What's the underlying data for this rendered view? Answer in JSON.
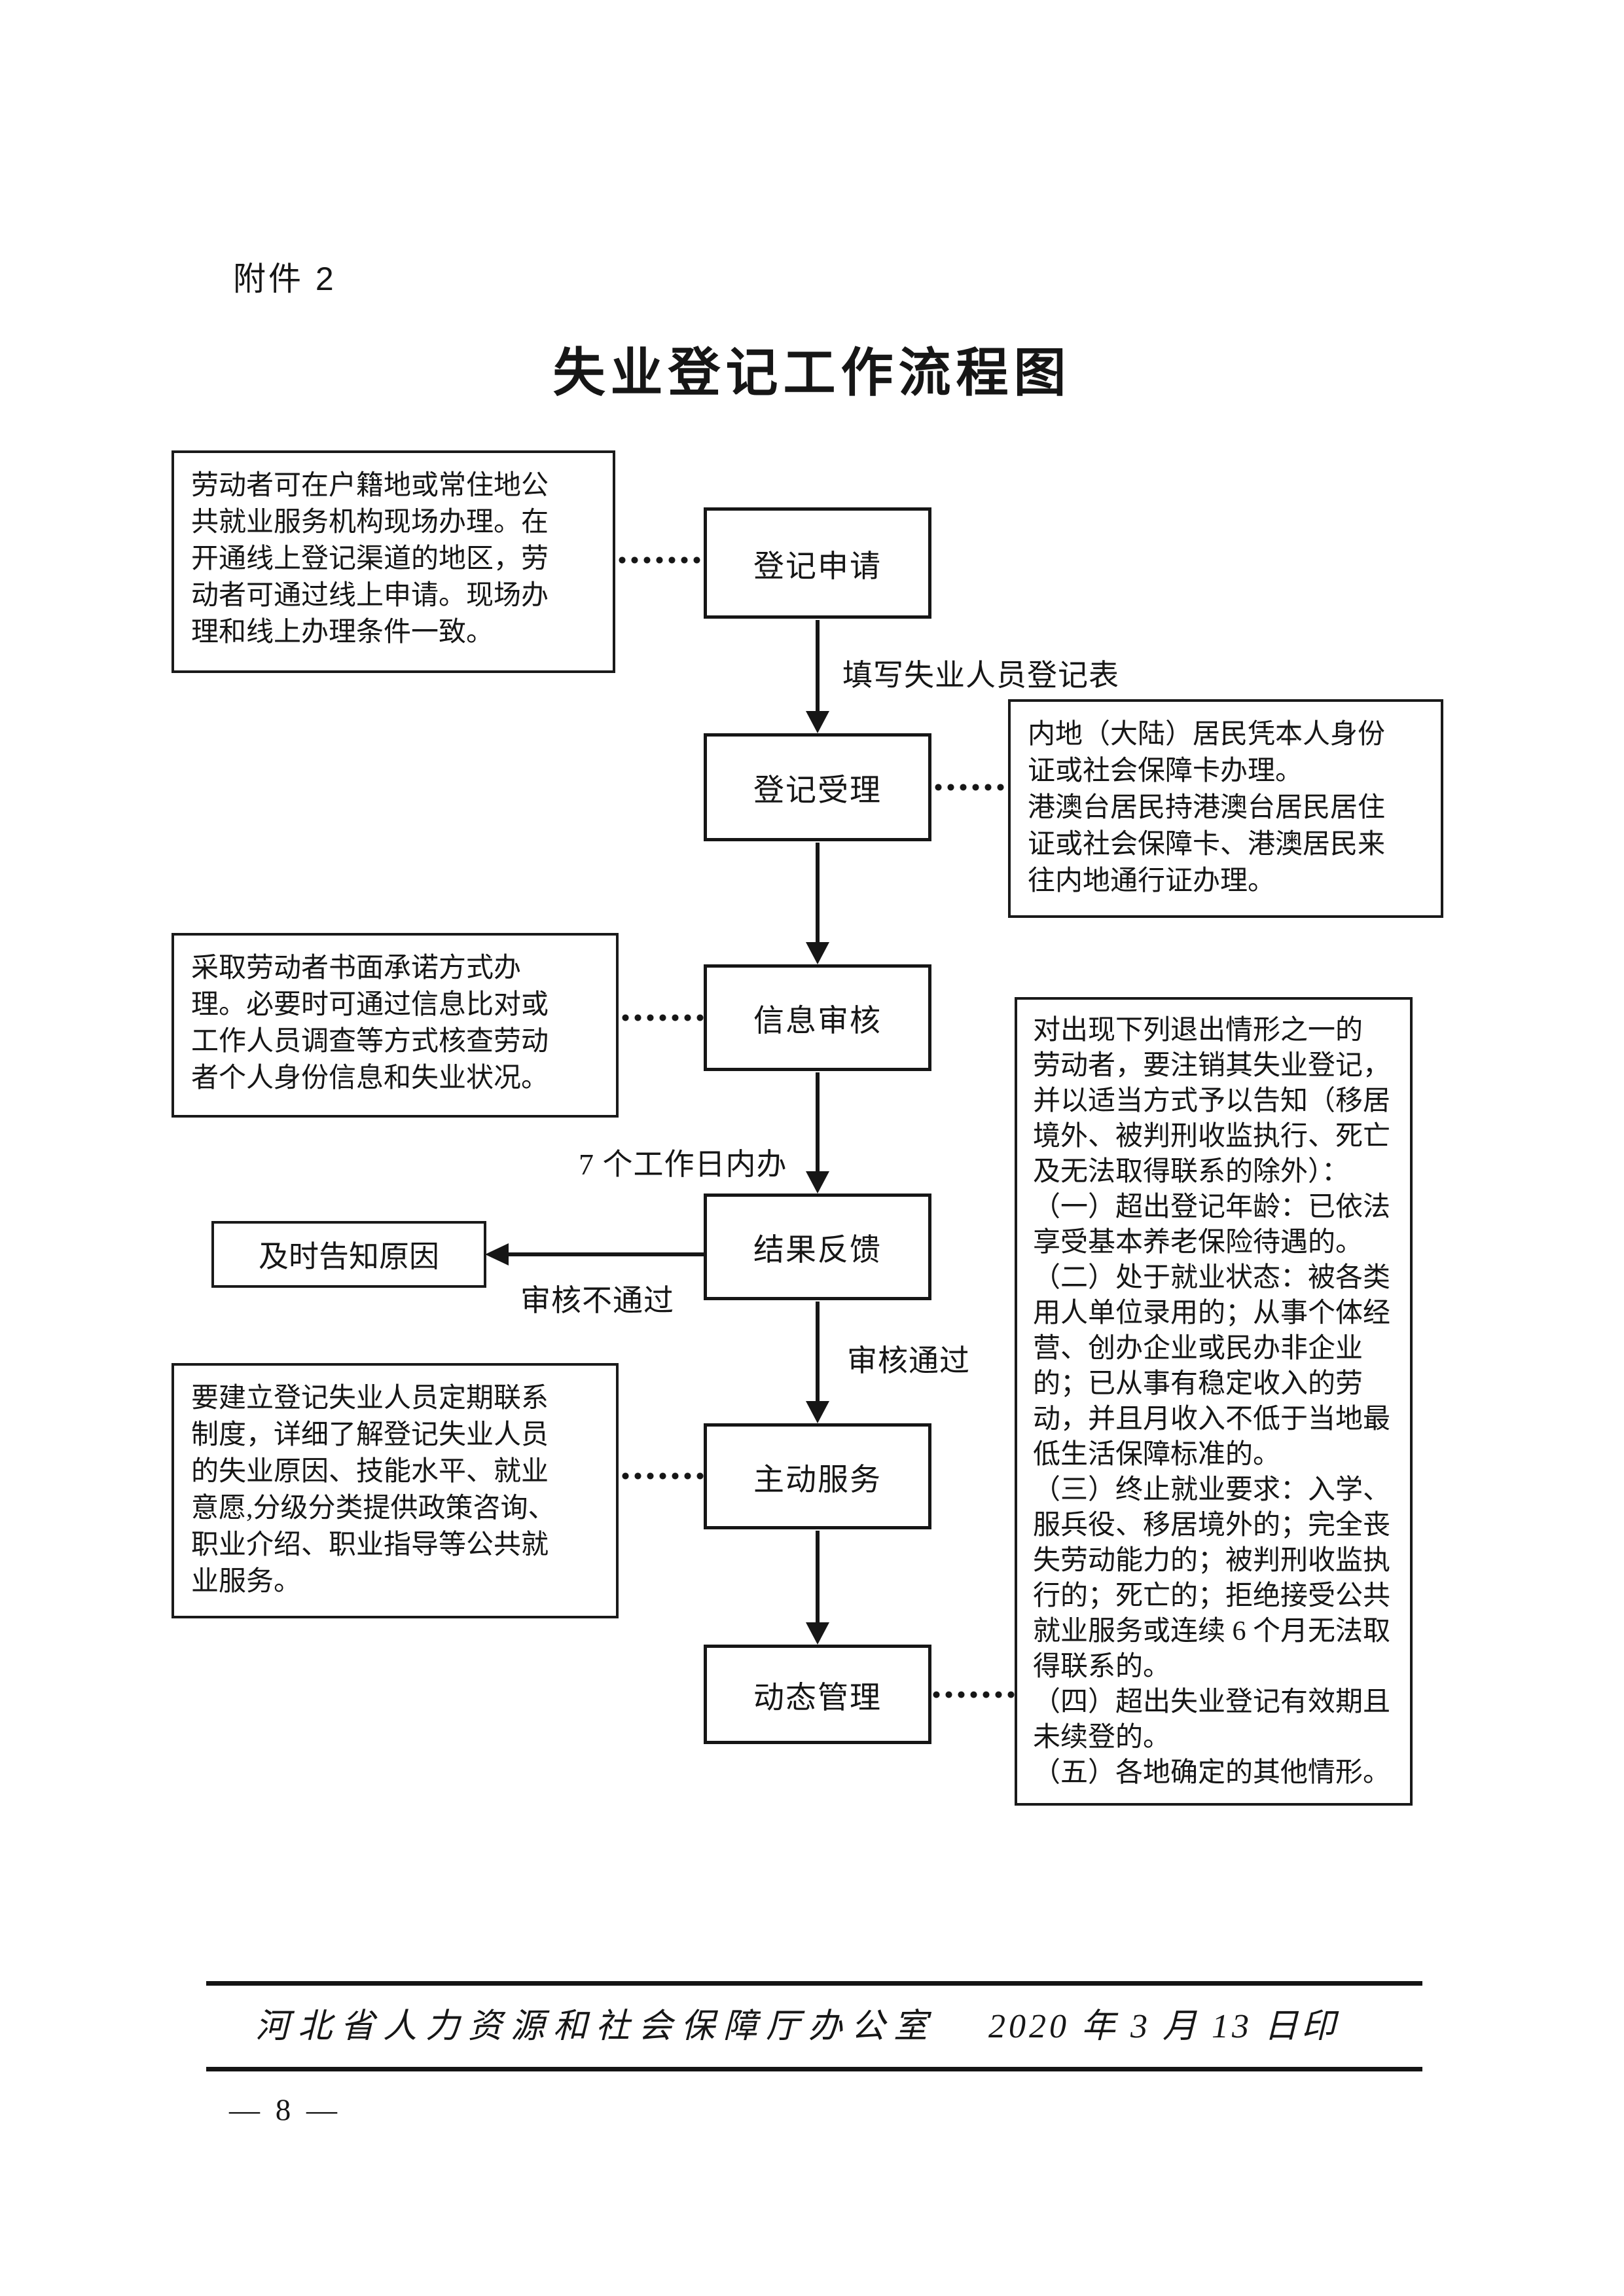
{
  "page": {
    "attachment_label": "附件 2",
    "title": "失业登记工作流程图",
    "footer": {
      "issuer": "河北省人力资源和社会保障厅办公室",
      "print_date": "2020 年 3 月 13 日印",
      "page_number": "— 8 —"
    }
  },
  "flow": {
    "nodes": [
      "登记申请",
      "登记受理",
      "信息审核",
      "结果反馈",
      "主动服务",
      "动态管理"
    ],
    "reject_node": "及时告知原因",
    "labels": {
      "fill_form": "填写失业人员登记表",
      "within_days": "7 个工作日内办",
      "review_fail": "审核不通过",
      "review_pass": "审核通过"
    }
  },
  "notes": {
    "apply_note": "劳动者可在户籍地或常住地公\n共就业服务机构现场办理。在\n开通线上登记渠道的地区，劳\n动者可通过线上申请。现场办\n理和线上办理条件一致。",
    "accept_note": "内地（大陆）居民凭本人身份\n证或社会保障卡办理。\n港澳台居民持港澳台居民居住\n证或社会保障卡、港澳居民来\n往内地通行证办理。",
    "review_note": "采取劳动者书面承诺方式办\n理。必要时可通过信息比对或\n工作人员调查等方式核查劳动\n者个人身份信息和失业状况。",
    "service_note": "要建立登记失业人员定期联系\n制度，详细了解登记失业人员\n的失业原因、技能水平、就业\n意愿,分级分类提供政策咨询、\n职业介绍、职业指导等公共就\n业服务。",
    "manage_note": "对出现下列退出情形之一的\n劳动者，要注销其失业登记，\n并以适当方式予以告知（移居\n境外、被判刑收监执行、死亡\n及无法取得联系的除外）：\n（一）超出登记年龄：已依法\n享受基本养老保险待遇的。\n（二）处于就业状态：被各类\n用人单位录用的；从事个体经\n营、创办企业或民办非企业\n的；已从事有稳定收入的劳\n动，并且月收入不低于当地最\n低生活保障标准的。\n（三）终止就业要求：入学、\n服兵役、移居境外的；完全丧\n失劳动能力的；被判刑收监执\n行的；死亡的；拒绝接受公共\n就业服务或连续 6 个月无法取\n得联系的。\n（四）超出失业登记有效期且\n未续登的。\n（五）各地确定的其他情形。"
  }
}
